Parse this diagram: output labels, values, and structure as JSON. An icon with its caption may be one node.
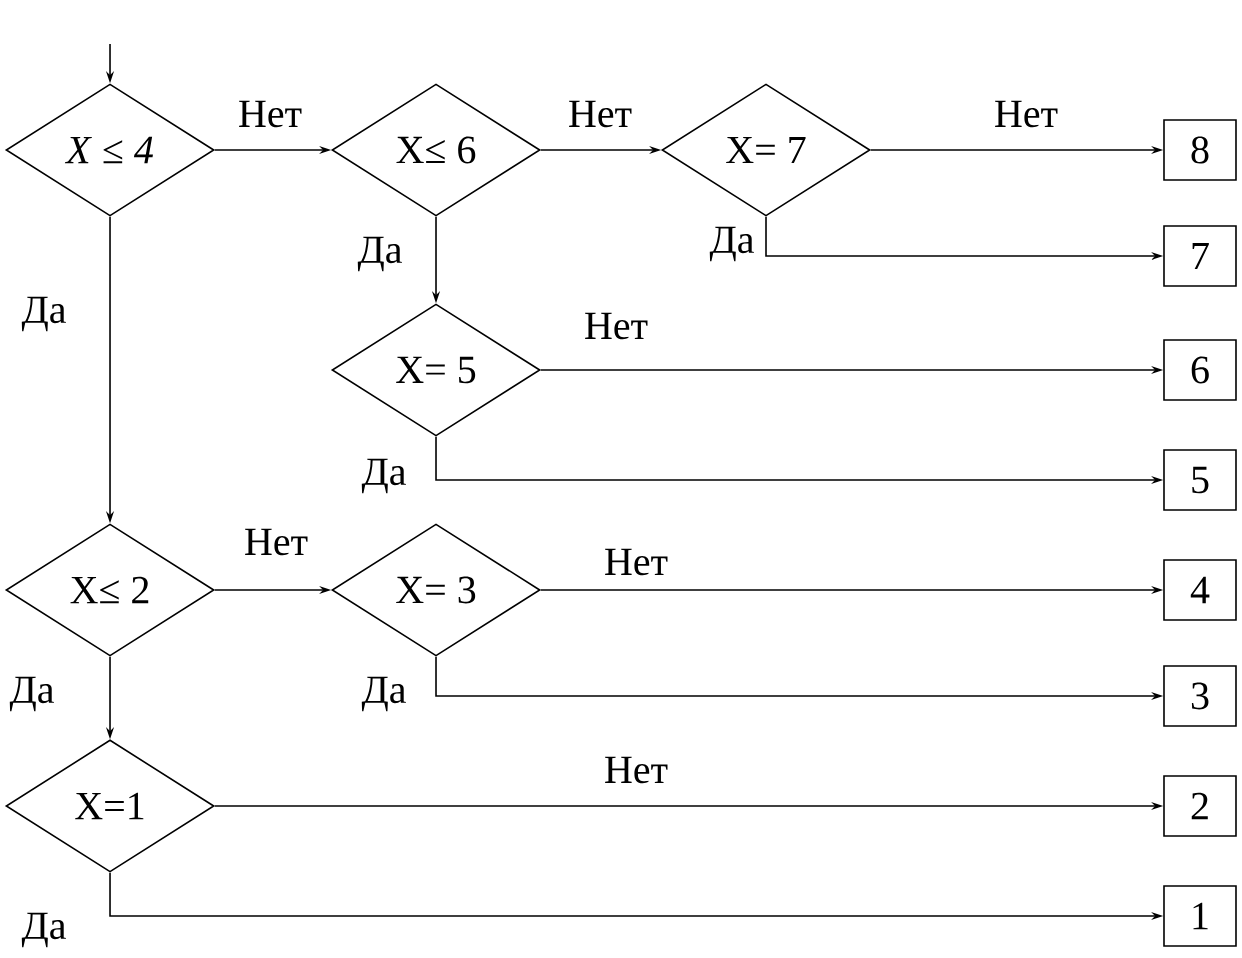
{
  "diagram": {
    "nodes": [
      {
        "text": [
          "*X* ≤ *4*"
        ]
      },
      {
        "text": [
          "X≤ 6"
        ]
      },
      {
        "text": [
          "X= 7"
        ]
      },
      {
        "text": [
          "8"
        ]
      },
      {
        "text": [
          "7"
        ]
      },
      {
        "text": [
          "X= 5"
        ]
      },
      {
        "text": [
          "6"
        ]
      },
      {
        "text": [
          "5"
        ]
      },
      {
        "text": [
          "X≤ 2"
        ]
      },
      {
        "text": [
          "X= 3"
        ]
      },
      {
        "text": [
          "4"
        ]
      },
      {
        "text": [
          "3"
        ]
      },
      {
        "text": [
          "X=1"
        ]
      },
      {
        "text": [
          "2"
        ]
      },
      {
        "text": [
          "1"
        ]
      }
    ],
    "edges": [
      {
        "from": null,
        "to": 0,
        "arrow": "to"
      },
      {
        "from": 0,
        "to": 1,
        "arrow": "to",
        "label": "Нет"
      },
      {
        "from": 1,
        "to": 2,
        "arrow": "to",
        "label": "Нет"
      },
      {
        "from": 2,
        "to": 3,
        "arrow": "to",
        "label": "Нет"
      },
      {
        "from": 2,
        "to": 4,
        "arrow": "to",
        "label": "Да"
      },
      {
        "from": 1,
        "to": 5,
        "arrow": "to",
        "label": "Да"
      },
      {
        "from": 5,
        "to": 6,
        "arrow": "to",
        "label": "Нет"
      },
      {
        "from": 5,
        "to": 7,
        "arrow": "to",
        "label": "Да"
      },
      {
        "from": 0,
        "to": 8,
        "arrow": "to",
        "label": "Да"
      },
      {
        "from": 8,
        "to": 9,
        "arrow": "to",
        "label": "Нет"
      },
      {
        "from": 9,
        "to": 10,
        "arrow": "to",
        "label": "Нет"
      },
      {
        "from": 9,
        "to": 11,
        "arrow": "to",
        "label": "Да"
      },
      {
        "from": 8,
        "to": 12,
        "arrow": "to",
        "label": "Да"
      },
      {
        "from": 12,
        "to": 13,
        "arrow": "to",
        "label": "Нет"
      },
      {
        "from": 12,
        "to": 14,
        "arrow": "to",
        "label": "Да"
      }
    ]
  }
}
